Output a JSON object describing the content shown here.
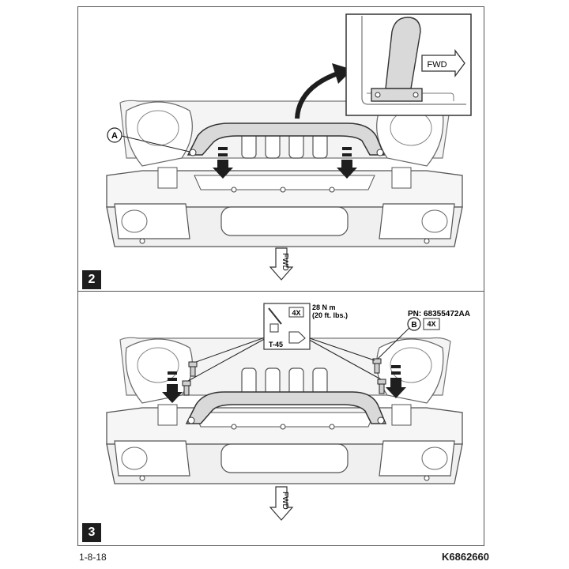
{
  "panel2": {
    "step_number": "2",
    "callout_a": "A",
    "fwd_inset": "FWD",
    "fwd_label": "FWD"
  },
  "panel3": {
    "step_number": "3",
    "torque_line1": "28 N m",
    "torque_line2": "(20 ft. lbs.)",
    "qty_torque": "4X",
    "tool": "T-45",
    "part_number": "PN: 68355472AA",
    "callout_b": "B",
    "qty_b": "4X",
    "fwd_label": "FWD"
  },
  "footer": {
    "date": "1-8-18",
    "doc_id": "K6862660"
  }
}
